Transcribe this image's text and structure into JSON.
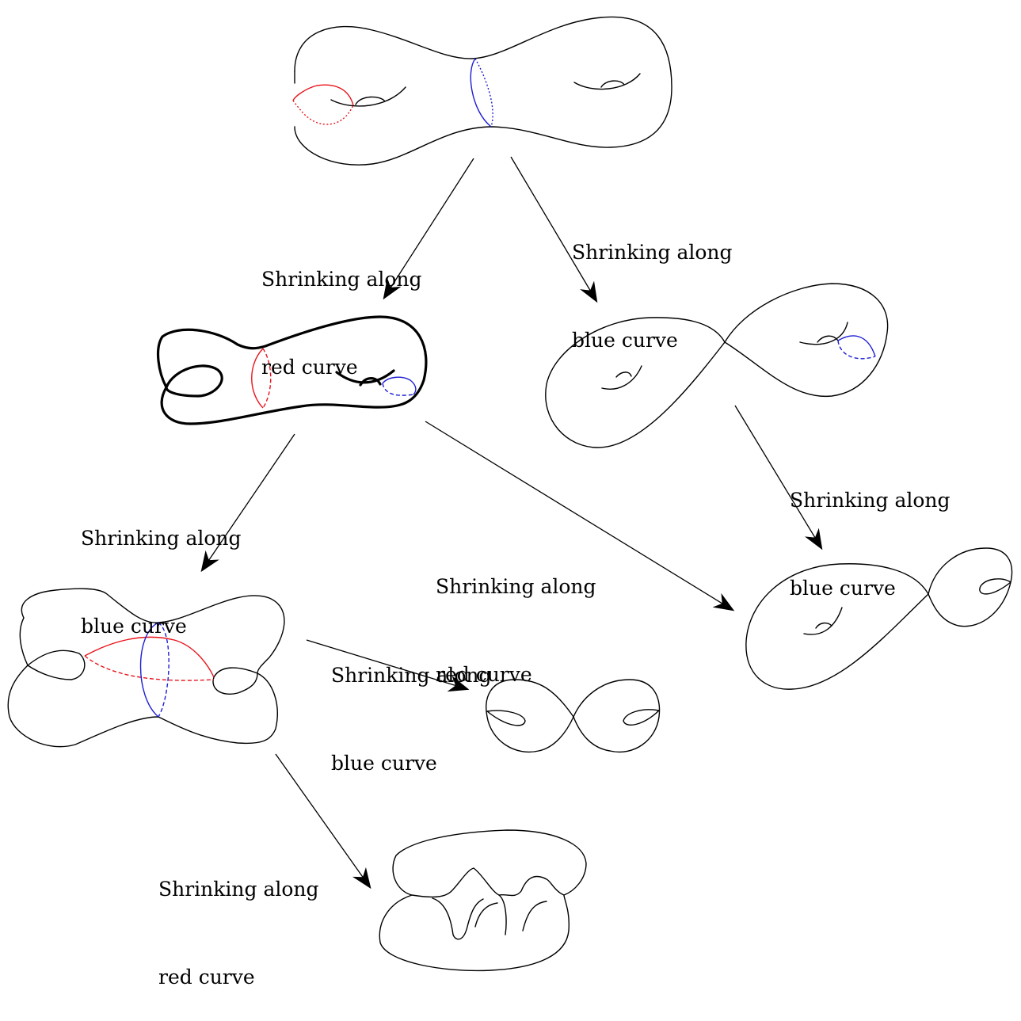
{
  "colors": {
    "red_curve": "#e8141b",
    "blue_curve": "#1d1ed2",
    "outline": "#000000"
  },
  "labels": {
    "top_left": {
      "line1": "Shrinking along",
      "line2": "red curve"
    },
    "top_right": {
      "line1": "Shrinking along",
      "line2": "blue curve"
    },
    "mid_left": {
      "line1": "Shrinking along",
      "line2": "blue curve"
    },
    "mid_center": {
      "line1": "Shrinking along",
      "line2": "red curve"
    },
    "right": {
      "line1": "Shrinking along",
      "line2": "blue curve"
    },
    "bottom_center": {
      "line1": "Shrinking along",
      "line2": "blue curve"
    },
    "bottom_left": {
      "line1": "Shrinking along",
      "line2": "red curve"
    }
  }
}
